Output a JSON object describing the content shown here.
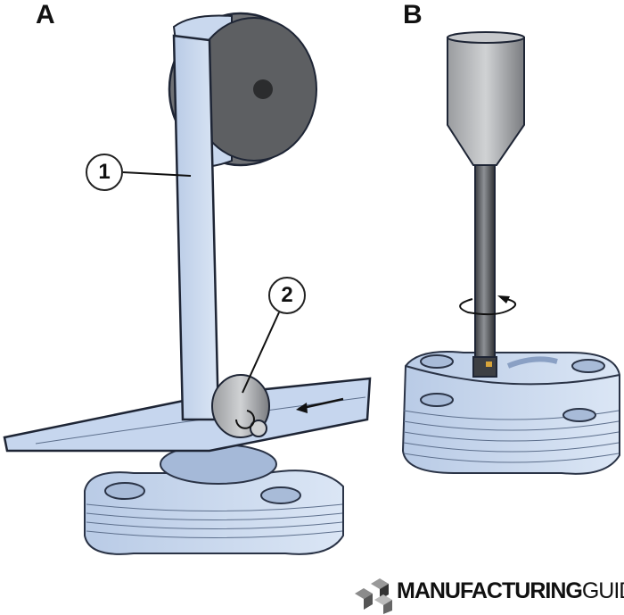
{
  "panels": {
    "a_label": "A",
    "b_label": "B"
  },
  "callouts": {
    "one": "1",
    "two": "2"
  },
  "logo": {
    "bold": "MANUFACTURING",
    "light": "GUIDE"
  },
  "colors": {
    "part_blue": "#c9d8ee",
    "part_line": "#5d6f8c",
    "metal_dark": "#6b6d70",
    "metal_light": "#b4b6b9"
  }
}
